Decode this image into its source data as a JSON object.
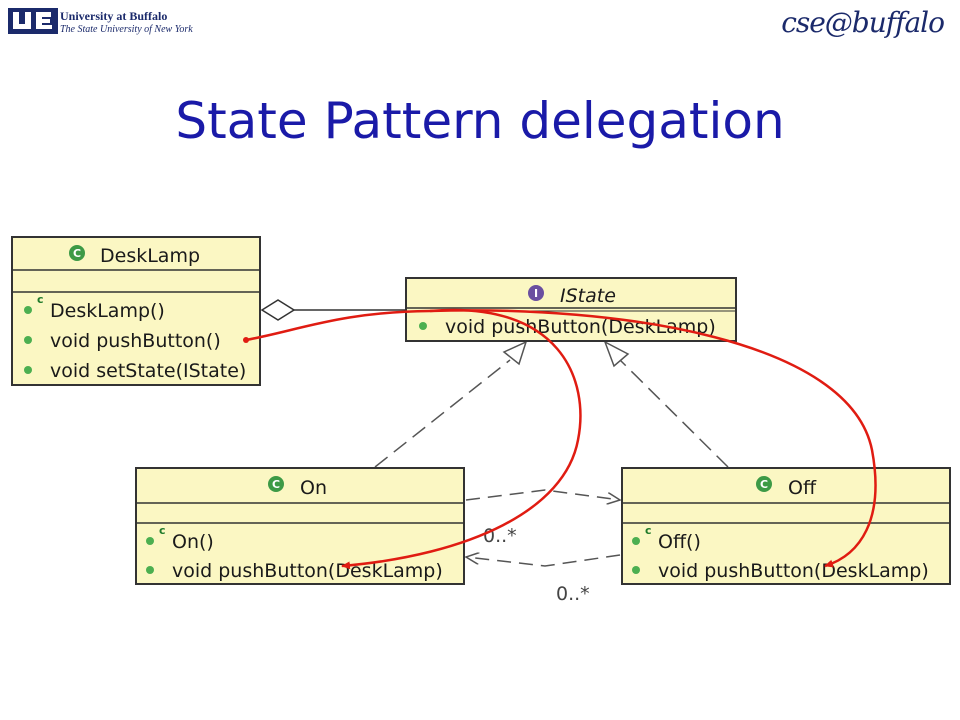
{
  "header": {
    "university_line1": "University at Buffalo",
    "university_line2": "The State University of New York",
    "cse_logo": "cse@buffalo"
  },
  "slide": {
    "title": "State Pattern delegation"
  },
  "diagram": {
    "classes": {
      "desklamp": {
        "name": "DeskLamp",
        "members": [
          "DeskLamp()",
          "void pushButton()",
          "void setState(IState)"
        ]
      },
      "istate": {
        "name": "IState",
        "members": [
          "void pushButton(DeskLamp)"
        ]
      },
      "on": {
        "name": "On",
        "members": [
          "On()",
          "void pushButton(DeskLamp)"
        ]
      },
      "off": {
        "name": "Off",
        "members": [
          "Off()",
          "void pushButton(DeskLamp)"
        ]
      }
    },
    "multiplicities": {
      "on_to_off": "0..*",
      "off_to_on": "0..*"
    },
    "colors": {
      "class_fill": "#fbf7c3",
      "class_border": "#333333",
      "method_dot": "#4caf50",
      "class_icon": "#3d9a46",
      "interface_icon": "#6a4fa0",
      "delegation_arrow": "#e01c12",
      "title": "#1a1aa8"
    }
  }
}
